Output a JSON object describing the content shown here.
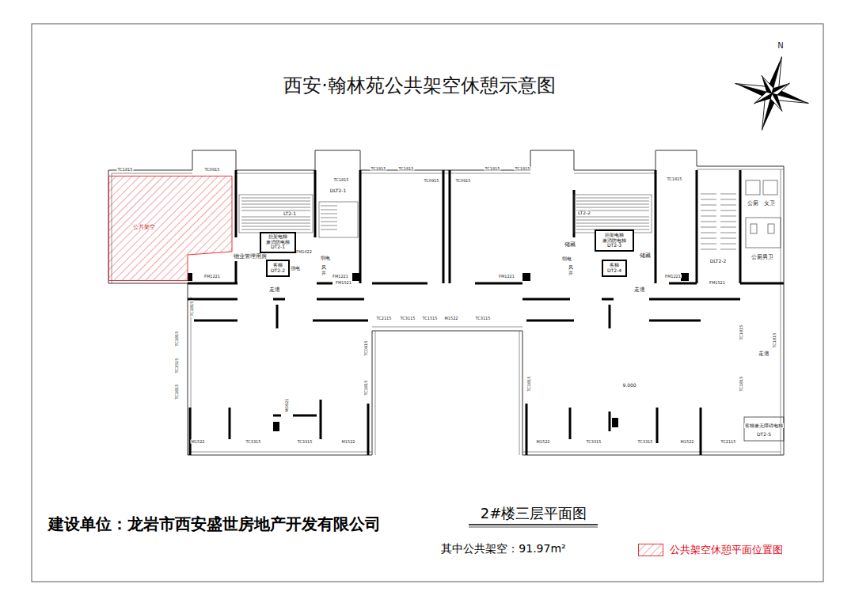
{
  "diagram": {
    "title": "西安·翰林苑公共架空休憩示意图",
    "caption": "2#楼三层平面图",
    "nodes": [
      {
        "text": [
          "公共架空"
        ]
      },
      {
        "text": [
          "担架电梯 兼消防电梯",
          "DT2-1"
        ]
      },
      {
        "text": [
          "客梯 DT2-2"
        ]
      },
      {
        "text": [
          "担架电梯 兼消防电梯",
          "DT2-3"
        ]
      },
      {
        "text": [
          "客梯 DT2-4"
        ]
      }
    ],
    "labels": [
      "建设单位：龙岩市西安盛世房地产开发有限公司",
      "其中公共架空：91.97m²",
      "N",
      "物业管理用房",
      "DLT2-1",
      "LT2-1",
      "弱电",
      "强电",
      "风井",
      "走道",
      "LT2-2",
      "储藏",
      "储藏",
      "弱电",
      "风井",
      "走道",
      "公厕",
      "女卫",
      "公厕男卫",
      "DLT2-2",
      "走道",
      "客梯兼无障碍电梯",
      "DT2-5",
      "9.000",
      "TC1815",
      "TC0915",
      "TC1815",
      "TC1815",
      "TC1815",
      "TC0915",
      "TC0915",
      "TC1815",
      "TC1815",
      "TC1815",
      "FM1221",
      "FM1022",
      "FM1221",
      "FM1521",
      "FM1221",
      "FM1221",
      "FM1521",
      "TC1815",
      "TC1815",
      "TC1515",
      "TC1815",
      "TC2115",
      "TC3115",
      "TC1515",
      "M1522",
      "TC3115",
      "TC0915",
      "TC1815",
      "TC1815",
      "TC1815",
      "TC1815",
      "M0921",
      "M1522",
      "TC3315",
      "TC3315",
      "M1522",
      "M1522",
      "TC3315",
      "TC3315",
      "M1522",
      "TC2115",
      "TC1815"
    ],
    "legend": [
      {
        "text": "公共架空休憩平面位置图"
      }
    ]
  }
}
